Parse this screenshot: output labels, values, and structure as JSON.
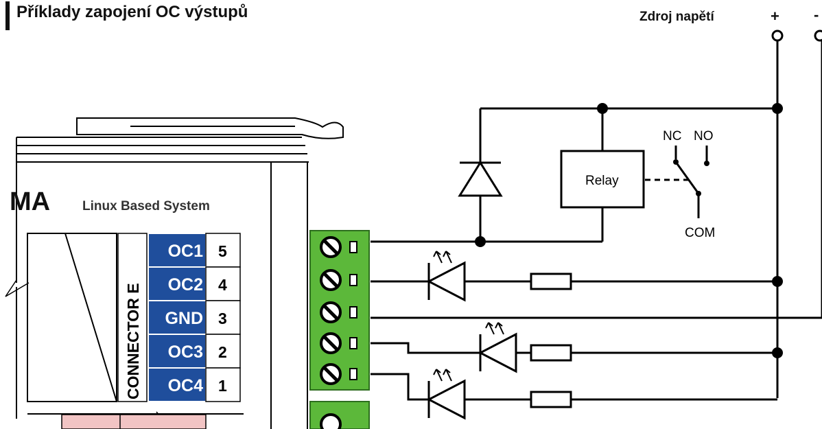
{
  "title": "Příklady zapojení OC výstupů",
  "supply": {
    "label": "Zdroj napětí",
    "plus": "+",
    "minus": "-"
  },
  "device": {
    "brand": "MA",
    "subtitle": "Linux Based System",
    "connector_label": "CONNECTOR E",
    "pins": [
      {
        "name": "OC1",
        "number": "5"
      },
      {
        "name": "OC2",
        "number": "4"
      },
      {
        "name": "GND",
        "number": "3"
      },
      {
        "name": "OC3",
        "number": "2"
      },
      {
        "name": "OC4",
        "number": "1"
      }
    ]
  },
  "relay": {
    "label": "Relay",
    "nc": "NC",
    "no": "NO",
    "com": "COM"
  },
  "colors": {
    "pin_blue": "#1f4e9c",
    "terminal_green": "#5cb83a",
    "bottom_pink": "#f2c4c4",
    "line": "#000000"
  }
}
